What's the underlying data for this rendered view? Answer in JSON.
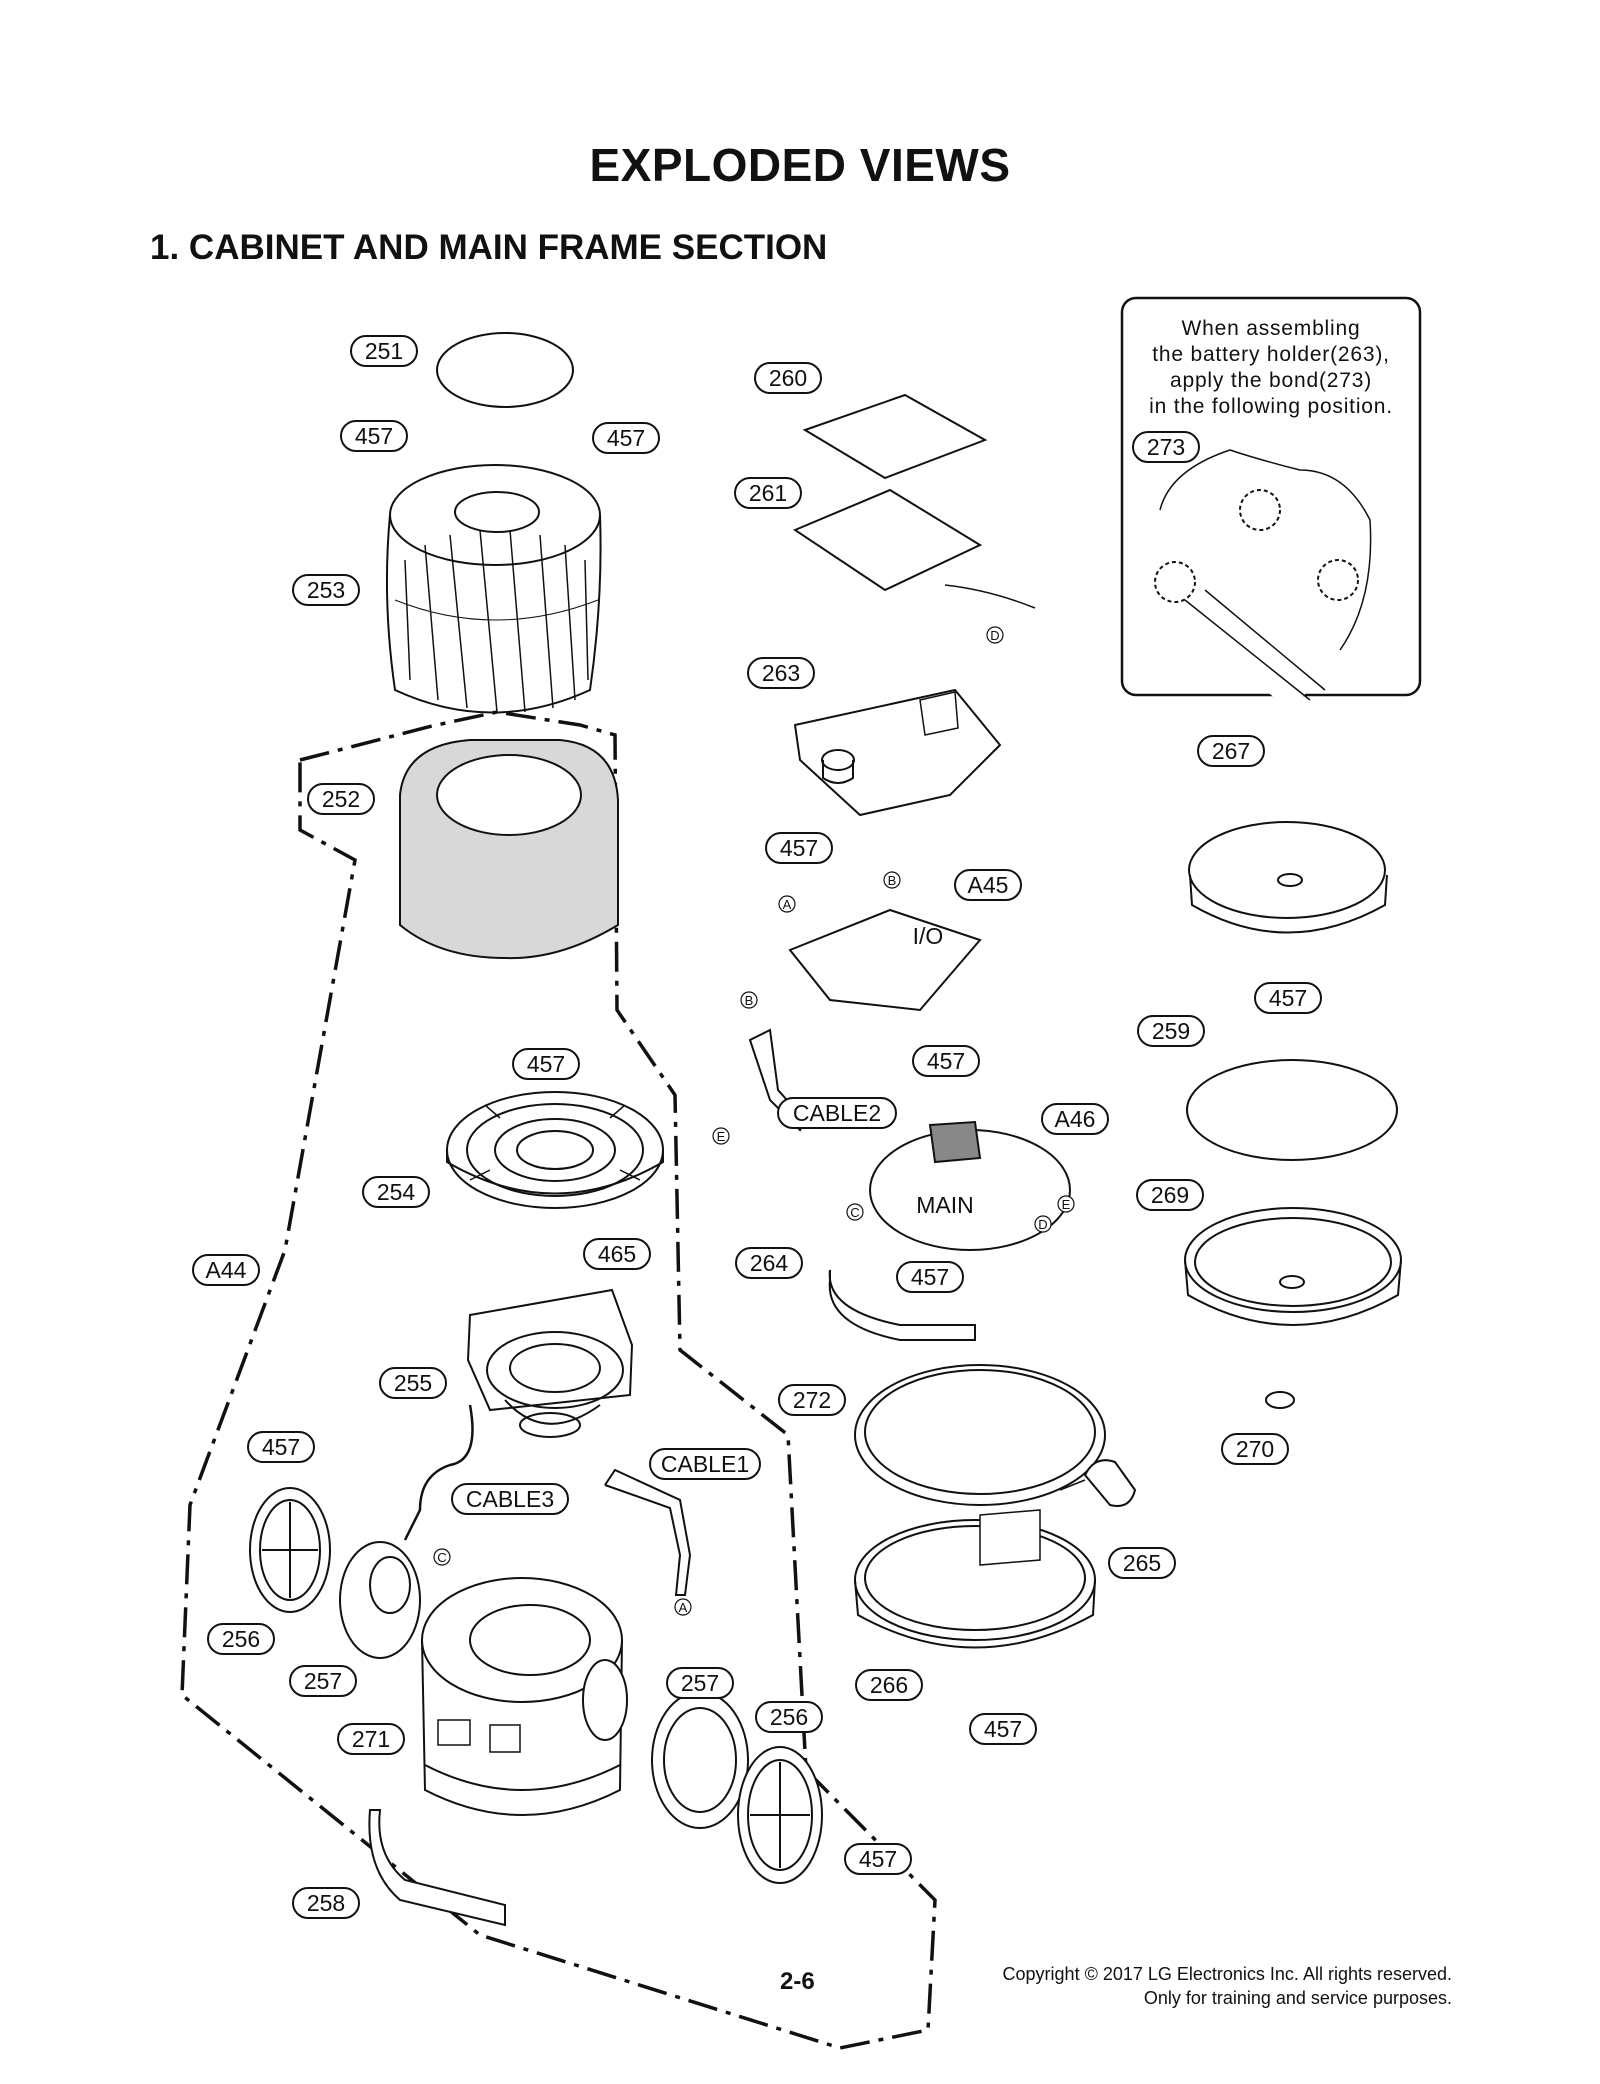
{
  "page": {
    "title": "EXPLODED VIEWS",
    "section": "1. CABINET AND MAIN FRAME SECTION",
    "page_number": "2-6",
    "copyright_line1": "Copyright © 2017 LG Electronics Inc. All rights reserved.",
    "copyright_line2": "Only for training and service purposes."
  },
  "note": {
    "line1": "When assembling",
    "line2": "the battery holder(263),",
    "line3": "apply the bond(273)",
    "line4": "in the following position."
  },
  "parts": {
    "p251": "251",
    "p252": "252",
    "p253": "253",
    "p254": "254",
    "p255": "255",
    "p256": "256",
    "p257": "257",
    "p258": "258",
    "p259": "259",
    "p260": "260",
    "p261": "261",
    "p263": "263",
    "p264": "264",
    "p265": "265",
    "p266": "266",
    "p267": "267",
    "p269": "269",
    "p270": "270",
    "p271": "271",
    "p272": "272",
    "p273": "273",
    "p457": "457",
    "p465": "465",
    "a44": "A44",
    "a45": "A45",
    "a46": "A46",
    "cable1": "CABLE1",
    "cable2": "CABLE2",
    "cable3": "CABLE3"
  },
  "board_text": {
    "io": "I/O",
    "main": "MAIN"
  },
  "markers": {
    "a": "A",
    "b": "B",
    "c": "C",
    "d": "D",
    "e": "E"
  }
}
